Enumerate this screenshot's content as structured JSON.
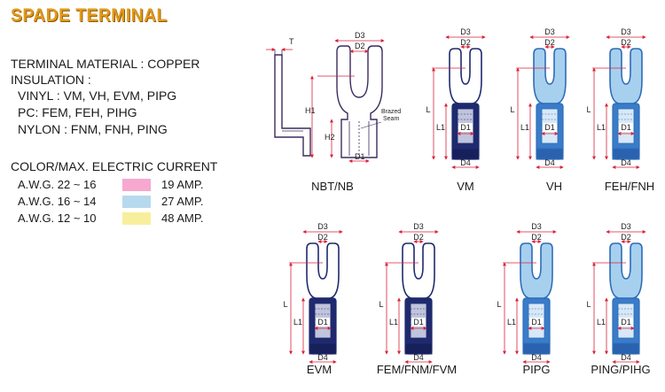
{
  "title": "SPADE TERMINAL",
  "spec": {
    "material": "TERMINAL MATERIAL : COPPER",
    "insulation": "INSULATION :",
    "vinyl": "VINYL : VM, VH, EVM, PIPG",
    "pc": "PC: FEM, FEH, PIHG",
    "nylon": "NYLON : FNM, FNH, PING"
  },
  "color_section": {
    "heading": "COLOR/MAX. ELECTRIC CURRENT",
    "rows": [
      {
        "awg": "A.W.G.  22 ~ 16",
        "amp": "19  AMP.",
        "color": "#f7a8cf"
      },
      {
        "awg": "A.W.G.  16 ~ 14",
        "amp": "27  AMP.",
        "color": "#b7d9ee"
      },
      {
        "awg": "A.W.G.  12 ~ 10",
        "amp": "48  AMP.",
        "color": "#f8ef9c"
      }
    ]
  },
  "colors": {
    "title": "#e29a1c",
    "outline": "#3b2c5e",
    "dimension": "#d9233c",
    "navy": "#1f2a6e",
    "blue": "#3a7cc9",
    "light_blue": "#a7d0ef"
  },
  "dims": {
    "T": "T",
    "D1": "D1",
    "D2": "D2",
    "D3": "D3",
    "D4": "D4",
    "H1": "H1",
    "H2": "H2",
    "L": "L",
    "L1": "L1",
    "brazed": "Brazed",
    "seam": "Seam"
  },
  "captions": {
    "nbt": "NBT/NB",
    "vm": "VM",
    "vh": "VH",
    "feh": "FEH/FNH",
    "evm": "EVM",
    "fem": "FEM/FNM/FVM",
    "pipg": "PIPG",
    "ping": "PING/PIHG"
  }
}
